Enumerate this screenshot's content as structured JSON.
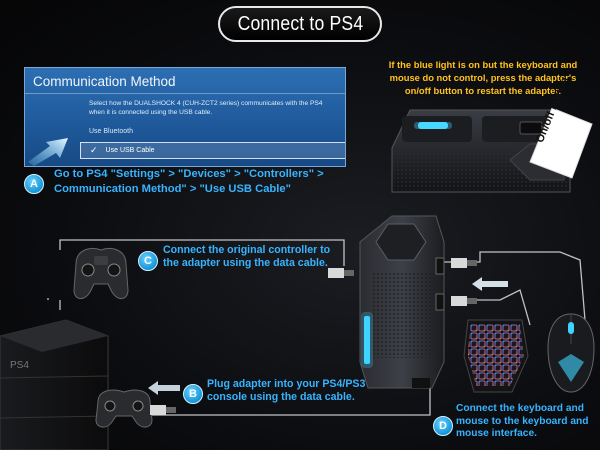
{
  "title": "Connect to PS4",
  "ps_panel": {
    "heading": "Communication Method",
    "description": "Select how the DUALSHOCK 4 (CUH-ZCT2 series) communicates with the PS4 when it is connected using the USB cable.",
    "options": [
      "Use Bluetooth",
      "Use USB Cable"
    ],
    "checkmark": "✓"
  },
  "steps": {
    "A": {
      "badge": "A",
      "text_line1": "Go to PS4 \"Settings\" > \"Devices\" > \"Controllers\" >",
      "text_line2": "Communication Method\" > \"Use USB Cable\""
    },
    "B": {
      "badge": "B",
      "text_line1": "Plug adapter into your PS4/PS3",
      "text_line2": "console using the data cable."
    },
    "C": {
      "badge": "C",
      "text_line1": "Connect the original controller to",
      "text_line2": "the adapter using the data cable."
    },
    "D": {
      "badge": "D",
      "text_line1": "Connect the keyboard and",
      "text_line2": "mouse to the keyboard and",
      "text_line3": "mouse interface."
    }
  },
  "tip": {
    "line1": "If the blue light is on but the keyboard and",
    "line2": "mouse do not control, press the adapter's",
    "line3": "on/off button to restart the adapter."
  },
  "onoff_label": "On/off button",
  "colors": {
    "accent_blue": "#37b4ff",
    "tip_orange": "#ffc21d",
    "panel_blue": "#1f5a9c",
    "led_cyan": "#3fd4ff"
  }
}
